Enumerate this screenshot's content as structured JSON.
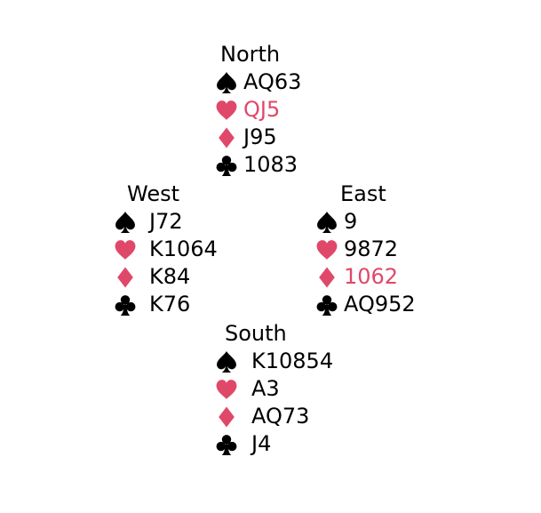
{
  "colors": {
    "red_suit": "#e0486a",
    "black_suit": "#000000",
    "highlight_text": "#e0486a"
  },
  "north": {
    "name": "North",
    "spades": "AQ63",
    "hearts": "QJ5",
    "diamonds": "J95",
    "clubs": "1083"
  },
  "west": {
    "name": "West",
    "spades": "J72",
    "hearts": "K1064",
    "diamonds": "K84",
    "clubs": "K76"
  },
  "east": {
    "name": "East",
    "spades": "9",
    "hearts": "9872",
    "diamonds": "1062",
    "clubs": "AQ952"
  },
  "south": {
    "name": "South",
    "spades": "K10854",
    "hearts": "A3",
    "diamonds": "AQ73",
    "clubs": "J4"
  }
}
